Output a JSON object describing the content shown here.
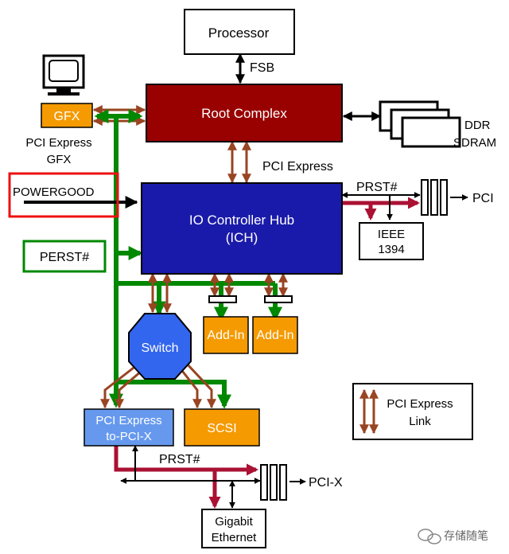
{
  "labels": {
    "processor": "Processor",
    "fsb": "FSB",
    "root_complex": "Root Complex",
    "gfx": "GFX",
    "gfx_caption_1": "PCI Express",
    "gfx_caption_2": "GFX",
    "ddr_1": "DDR",
    "ddr_2": "SDRAM",
    "pci_express": "PCI Express",
    "powergood": "POWERGOOD",
    "perst": "PERST#",
    "ich_1": "IO Controller Hub",
    "ich_2": "(ICH)",
    "prst_top": "PRST#",
    "pci": "PCI",
    "ieee_1": "IEEE",
    "ieee_2": "1394",
    "switch": "Switch",
    "add_in_1": "Add-In",
    "add_in_2": "Add-In",
    "legend_1": "PCI Express",
    "legend_2": "Link",
    "pcie_pcix_1": "PCI Express",
    "pcie_pcix_2": "to-PCI-X",
    "scsi": "SCSI",
    "prst_bottom": "PRST#",
    "pcix": "PCI-X",
    "gigabit_1": "Gigabit",
    "gigabit_2": "Ethernet",
    "watermark": "存储随笔"
  },
  "colors": {
    "root_complex": "#990000",
    "ich": "#1a1aaa",
    "orange": "#f59a00",
    "switch": "#3366ee",
    "pcie_bridge": "#6699ee",
    "green": "#008800",
    "link_brown": "#994422",
    "reset_red": "#aa1133",
    "highlight_red": "#ee1111"
  }
}
